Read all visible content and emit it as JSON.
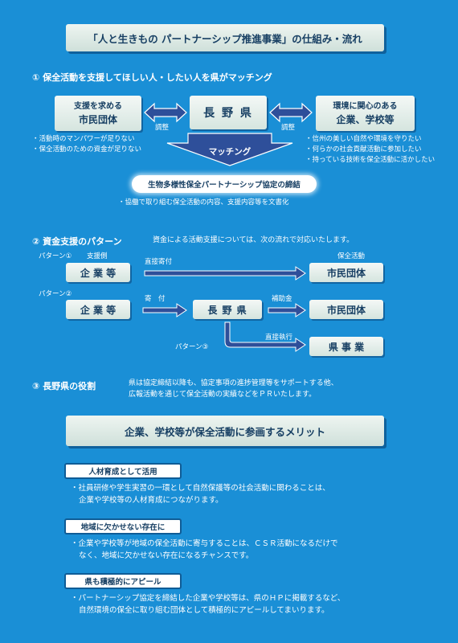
{
  "title": "「人と生きもの パートナーシップ推進事業」の仕組み・流れ",
  "section1": {
    "heading": "① 保全活動を支援してほしい人・したい人を県がマッチング",
    "left_box": [
      "支援を求める",
      "市民団体"
    ],
    "center_box": "長 野 県",
    "right_box": [
      "環境に関心のある",
      "企業、学校等"
    ],
    "adjust_left": "調整",
    "adjust_right": "調整",
    "matching": "マッチング",
    "left_bullets": [
      "・活動時のマンパワーが足りない",
      "・保全活動のための資金が足りない"
    ],
    "right_bullets": [
      "・信州の美しい自然や環境を守りたい",
      "・何らかの社会貢献活動に参加したい",
      "・持っている技術を保全活動に活かしたい"
    ],
    "agreement": "生物多様性保全パートナーシップ協定の締結",
    "agreement_note": "・協働で取り組む保全活動の内容、支援内容等を文書化"
  },
  "section2": {
    "heading": "② 資金支援のパターン",
    "intro": "資金による活動支援については、次の流れで対応いたします。",
    "pattern1": "パターン①",
    "supporter_side": "支援側",
    "activity_side": "保全活動",
    "company": "企 業 等",
    "direct_donation": "直接寄付",
    "civic": "市民団体",
    "pattern2": "パターン②",
    "donation": "寄　付",
    "prefecture": "長 野 県",
    "subsidy": "補助金",
    "pattern3": "パターン③",
    "direct_exec": "直接執行",
    "pref_project": "県 事 業"
  },
  "section3": {
    "heading": "③ 長野県の役割",
    "lines": [
      "県は協定締結以降も、協定事項の進捗管理等をサポートする他、",
      "広報活動を通じて保全活動の実績などをＰＲいたします。"
    ]
  },
  "merit": {
    "banner": "企業、学校等が保全活動に参画するメリット",
    "items": [
      {
        "tag": "人材育成として活用",
        "lines": [
          "・社員研修や学生実習の一環として自然保護等の社会活動に関わることは、",
          "企業や学校等の人材育成につながります。"
        ]
      },
      {
        "tag": "地域に欠かせない存在に",
        "lines": [
          "・企業や学校等が地域の保全活動に寄与することは、ＣＳＲ活動になるだけで",
          "なく、地域に欠かせない存在になるチャンスです。"
        ]
      },
      {
        "tag": "県も積極的にアピール",
        "lines": [
          "・パートナーシップ協定を締結した企業や学校等は、県のＨＰに掲載するなど、",
          "自然環境の保全に取り組む団体として積極的にアピールしてまいります。"
        ]
      }
    ]
  }
}
